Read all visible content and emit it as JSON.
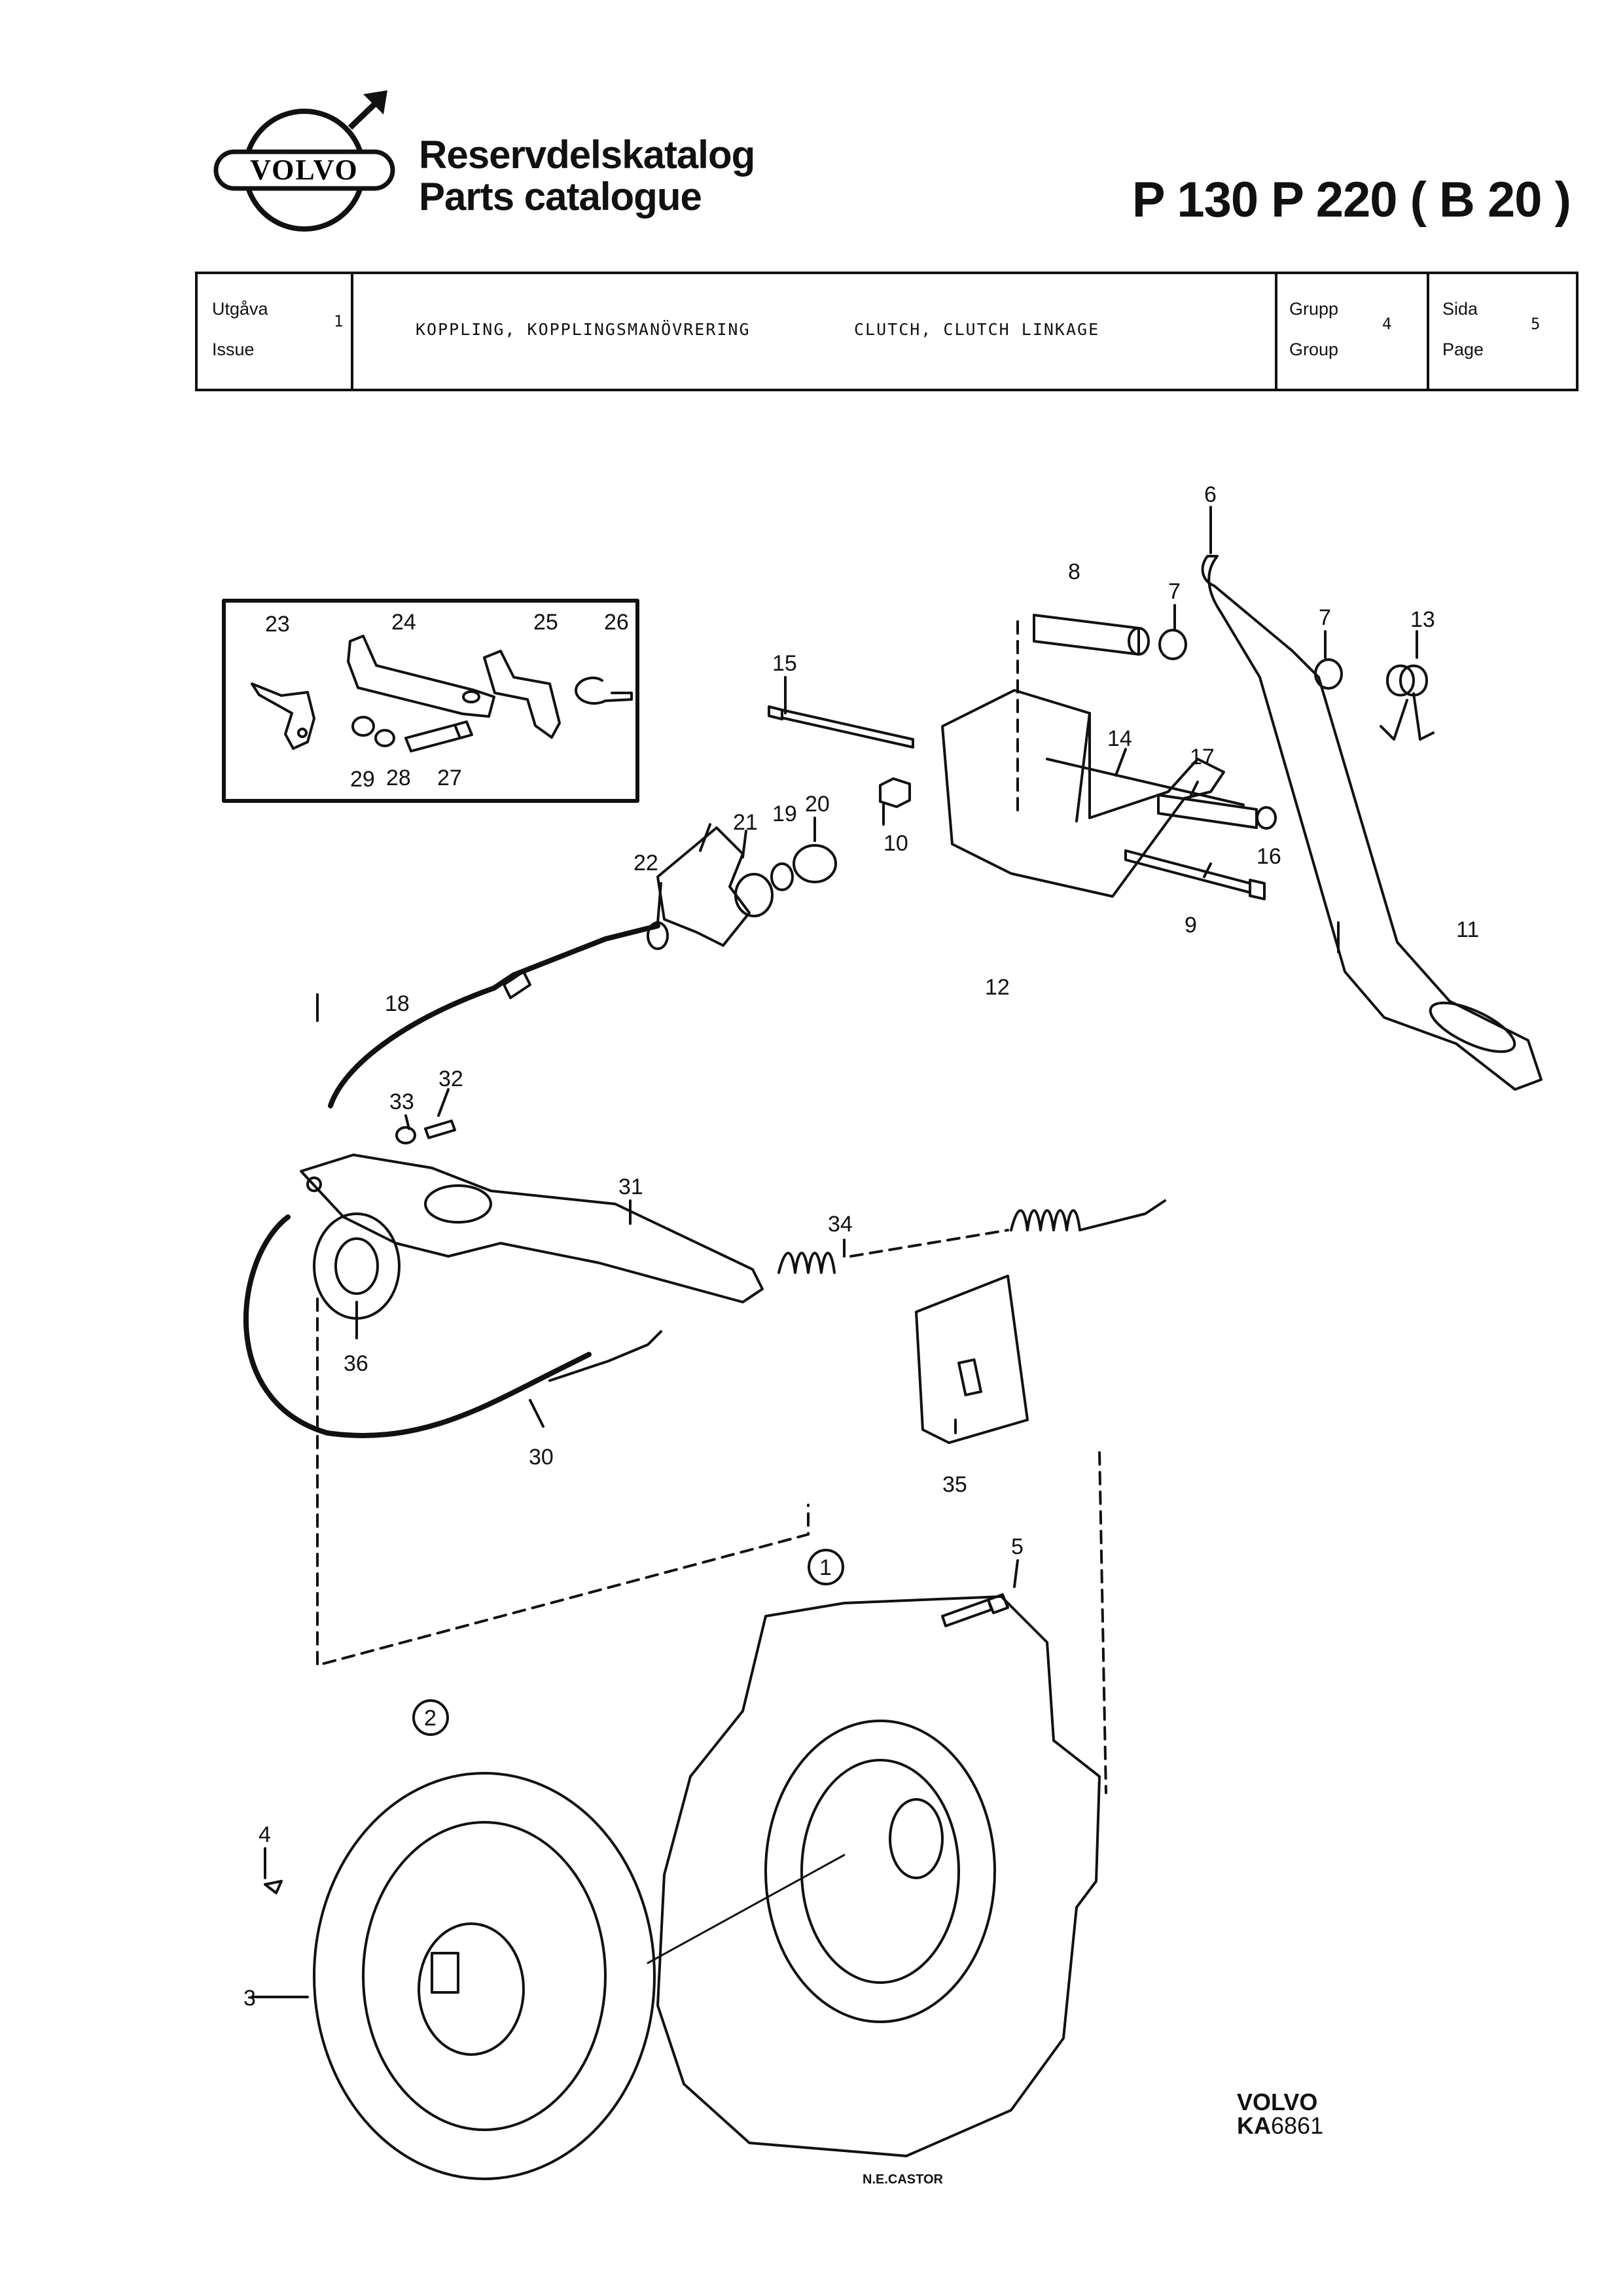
{
  "header": {
    "brand": "VOLVO",
    "title_sv": "Reservdelskatalog",
    "title_en": "Parts catalogue",
    "models": "P 130   P 220 ( B 20 )"
  },
  "info": {
    "issue_label_sv": "Utgåva",
    "issue_label_en": "Issue",
    "issue_value": "1",
    "description_sv": "KOPPLING, KOPPLINGSMANÖVRERING",
    "description_en": "CLUTCH, CLUTCH LINKAGE",
    "group_label_sv": "Grupp",
    "group_label_en": "Group",
    "group_value": "4",
    "page_label_sv": "Sida",
    "page_label_en": "Page",
    "page_value": "5"
  },
  "callouts": [
    "1",
    "2",
    "3",
    "4",
    "5",
    "6",
    "7",
    "7",
    "8",
    "9",
    "10",
    "11",
    "12",
    "13",
    "14",
    "15",
    "16",
    "17",
    "18",
    "19",
    "20",
    "21",
    "22",
    "23",
    "24",
    "25",
    "26",
    "27",
    "28",
    "29",
    "30",
    "31",
    "32",
    "33",
    "34",
    "35",
    "36"
  ],
  "footer": {
    "brand": "VOLVO",
    "ref_prefix": "KA",
    "ref_number": "6861",
    "artist": "N.E.CASTOR"
  }
}
